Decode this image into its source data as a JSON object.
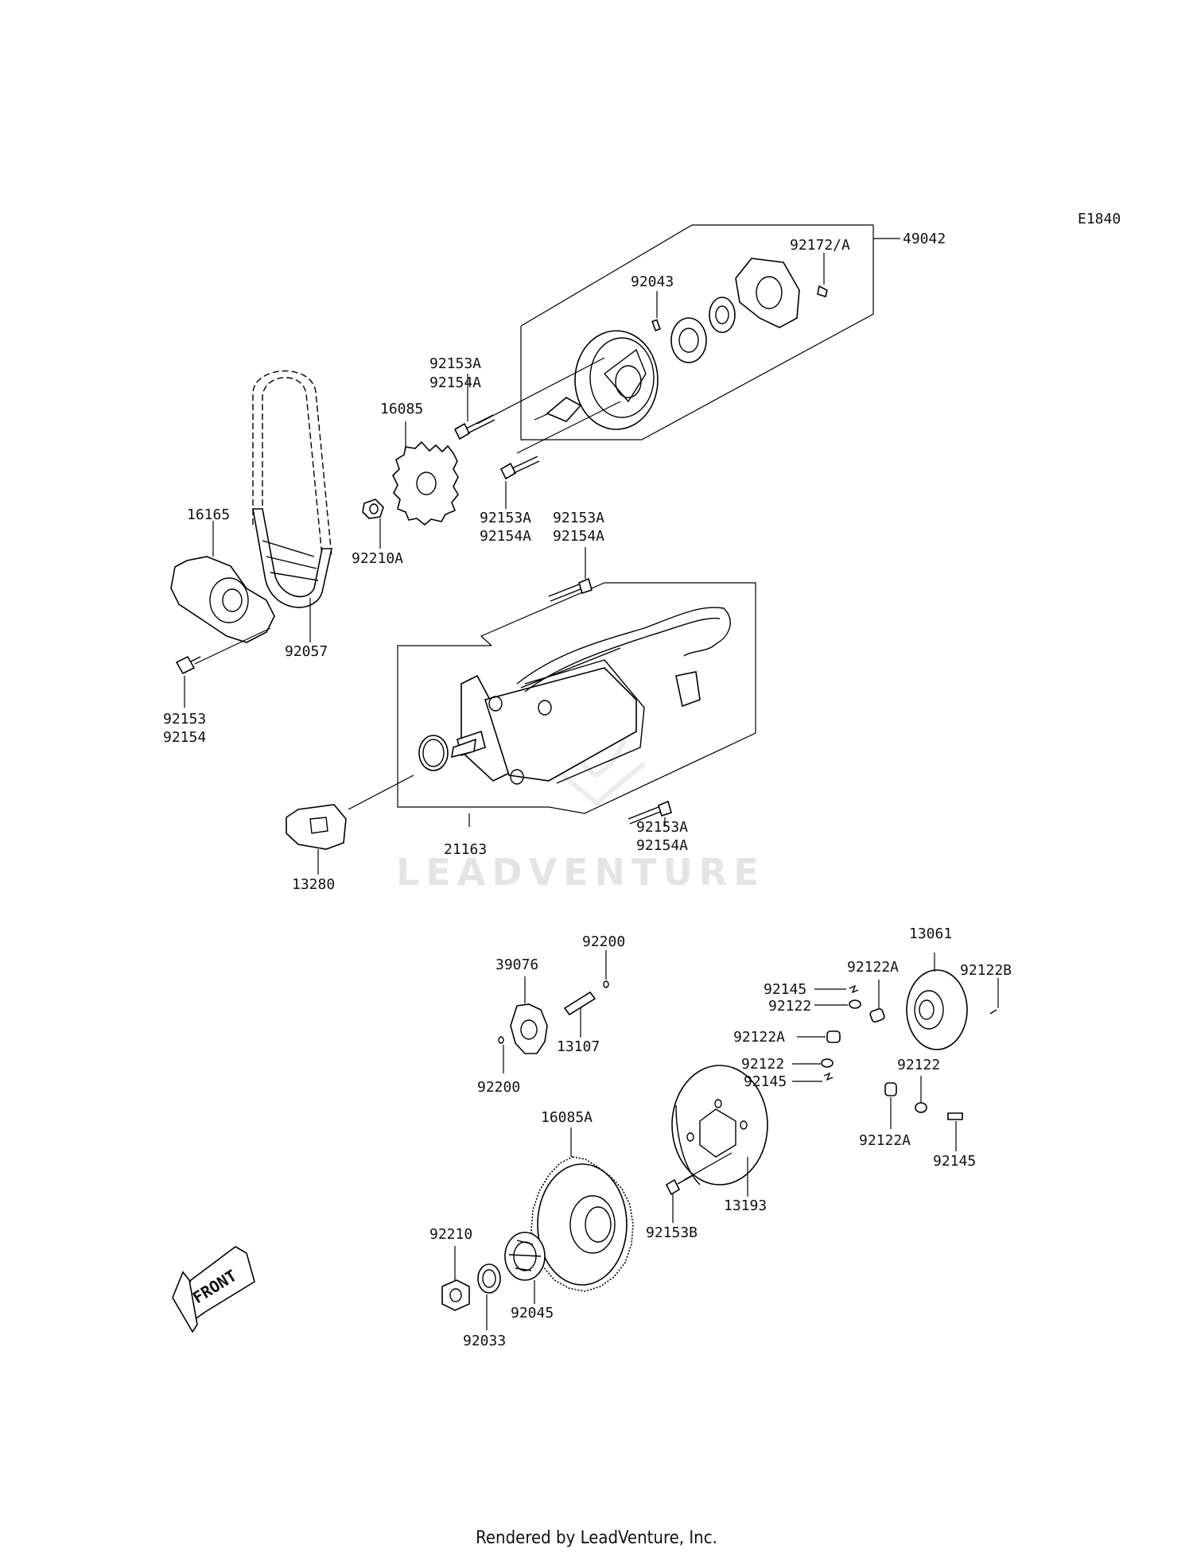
{
  "diagram_code": "E1840",
  "watermark": "LEADVENTURE",
  "footer": "Rendered by LeadVenture, Inc.",
  "front_label": "FRONT",
  "parts": {
    "p49042": "49042",
    "p92172A": "92172/A",
    "p92043": "92043",
    "p92153A_a": "92153A",
    "p92154A_a": "92154A",
    "p16085": "16085",
    "p92153A_b": "92153A",
    "p92154A_b": "92154A",
    "p92153A_c": "92153A",
    "p92154A_c": "92154A",
    "p16165": "16165",
    "p92210A": "92210A",
    "p92057": "92057",
    "p92153": "92153",
    "p92154": "92154",
    "p92153A_d": "92153A",
    "p92154A_d": "92154A",
    "p21163": "21163",
    "p13280": "13280",
    "p92200_a": "92200",
    "p39076": "39076",
    "p13107": "13107",
    "p92200_b": "92200",
    "p13061": "13061",
    "p92122A_a": "92122A",
    "p92122B": "92122B",
    "p92145_a": "92145",
    "p92122_a": "92122",
    "p92122A_b": "92122A",
    "p92122_b": "92122",
    "p92145_b": "92145",
    "p92122_c": "92122",
    "p92122A_c": "92122A",
    "p92145_c": "92145",
    "p16085A": "16085A",
    "p13193": "13193",
    "p92153B": "92153B",
    "p92210": "92210",
    "p92045": "92045",
    "p92033": "92033"
  }
}
